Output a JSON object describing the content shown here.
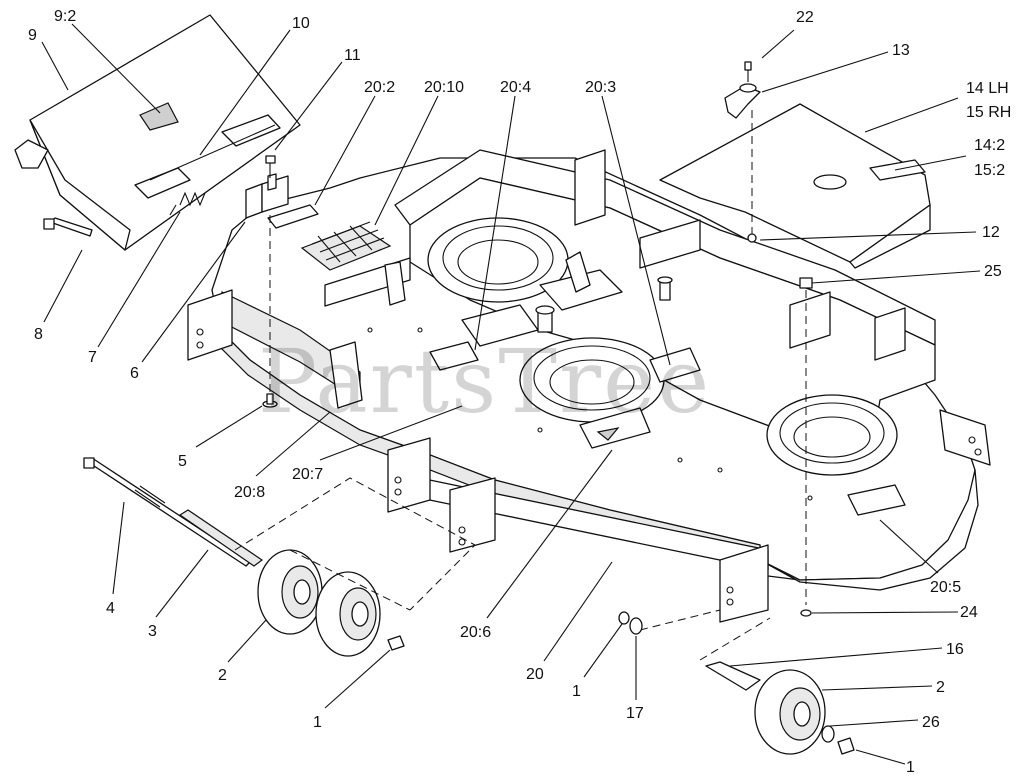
{
  "watermark": "PartsTree",
  "callouts": [
    {
      "id": "c-9-2",
      "text": "9:2"
    },
    {
      "id": "c-9",
      "text": "9"
    },
    {
      "id": "c-10",
      "text": "10"
    },
    {
      "id": "c-11",
      "text": "11"
    },
    {
      "id": "c-20-2",
      "text": "20:2"
    },
    {
      "id": "c-20-10",
      "text": "20:10"
    },
    {
      "id": "c-20-4",
      "text": "20:4"
    },
    {
      "id": "c-20-3",
      "text": "20:3"
    },
    {
      "id": "c-22",
      "text": "22"
    },
    {
      "id": "c-13",
      "text": "13"
    },
    {
      "id": "c-14lh",
      "text": "14 LH"
    },
    {
      "id": "c-15rh",
      "text": "15 RH"
    },
    {
      "id": "c-14-2",
      "text": "14:2"
    },
    {
      "id": "c-15-2",
      "text": "15:2"
    },
    {
      "id": "c-12",
      "text": "12"
    },
    {
      "id": "c-25",
      "text": "25"
    },
    {
      "id": "c-8",
      "text": "8"
    },
    {
      "id": "c-7",
      "text": "7"
    },
    {
      "id": "c-6",
      "text": "6"
    },
    {
      "id": "c-5",
      "text": "5"
    },
    {
      "id": "c-20-8",
      "text": "20:8"
    },
    {
      "id": "c-20-7",
      "text": "20:7"
    },
    {
      "id": "c-20-6",
      "text": "20:6"
    },
    {
      "id": "c-20-5",
      "text": "20:5"
    },
    {
      "id": "c-24",
      "text": "24"
    },
    {
      "id": "c-4",
      "text": "4"
    },
    {
      "id": "c-3",
      "text": "3"
    },
    {
      "id": "c-2a",
      "text": "2"
    },
    {
      "id": "c-1a",
      "text": "1"
    },
    {
      "id": "c-20",
      "text": "20"
    },
    {
      "id": "c-1b",
      "text": "1"
    },
    {
      "id": "c-17",
      "text": "17"
    },
    {
      "id": "c-16",
      "text": "16"
    },
    {
      "id": "c-2b",
      "text": "2"
    },
    {
      "id": "c-26",
      "text": "26"
    },
    {
      "id": "c-1c",
      "text": "1"
    }
  ]
}
